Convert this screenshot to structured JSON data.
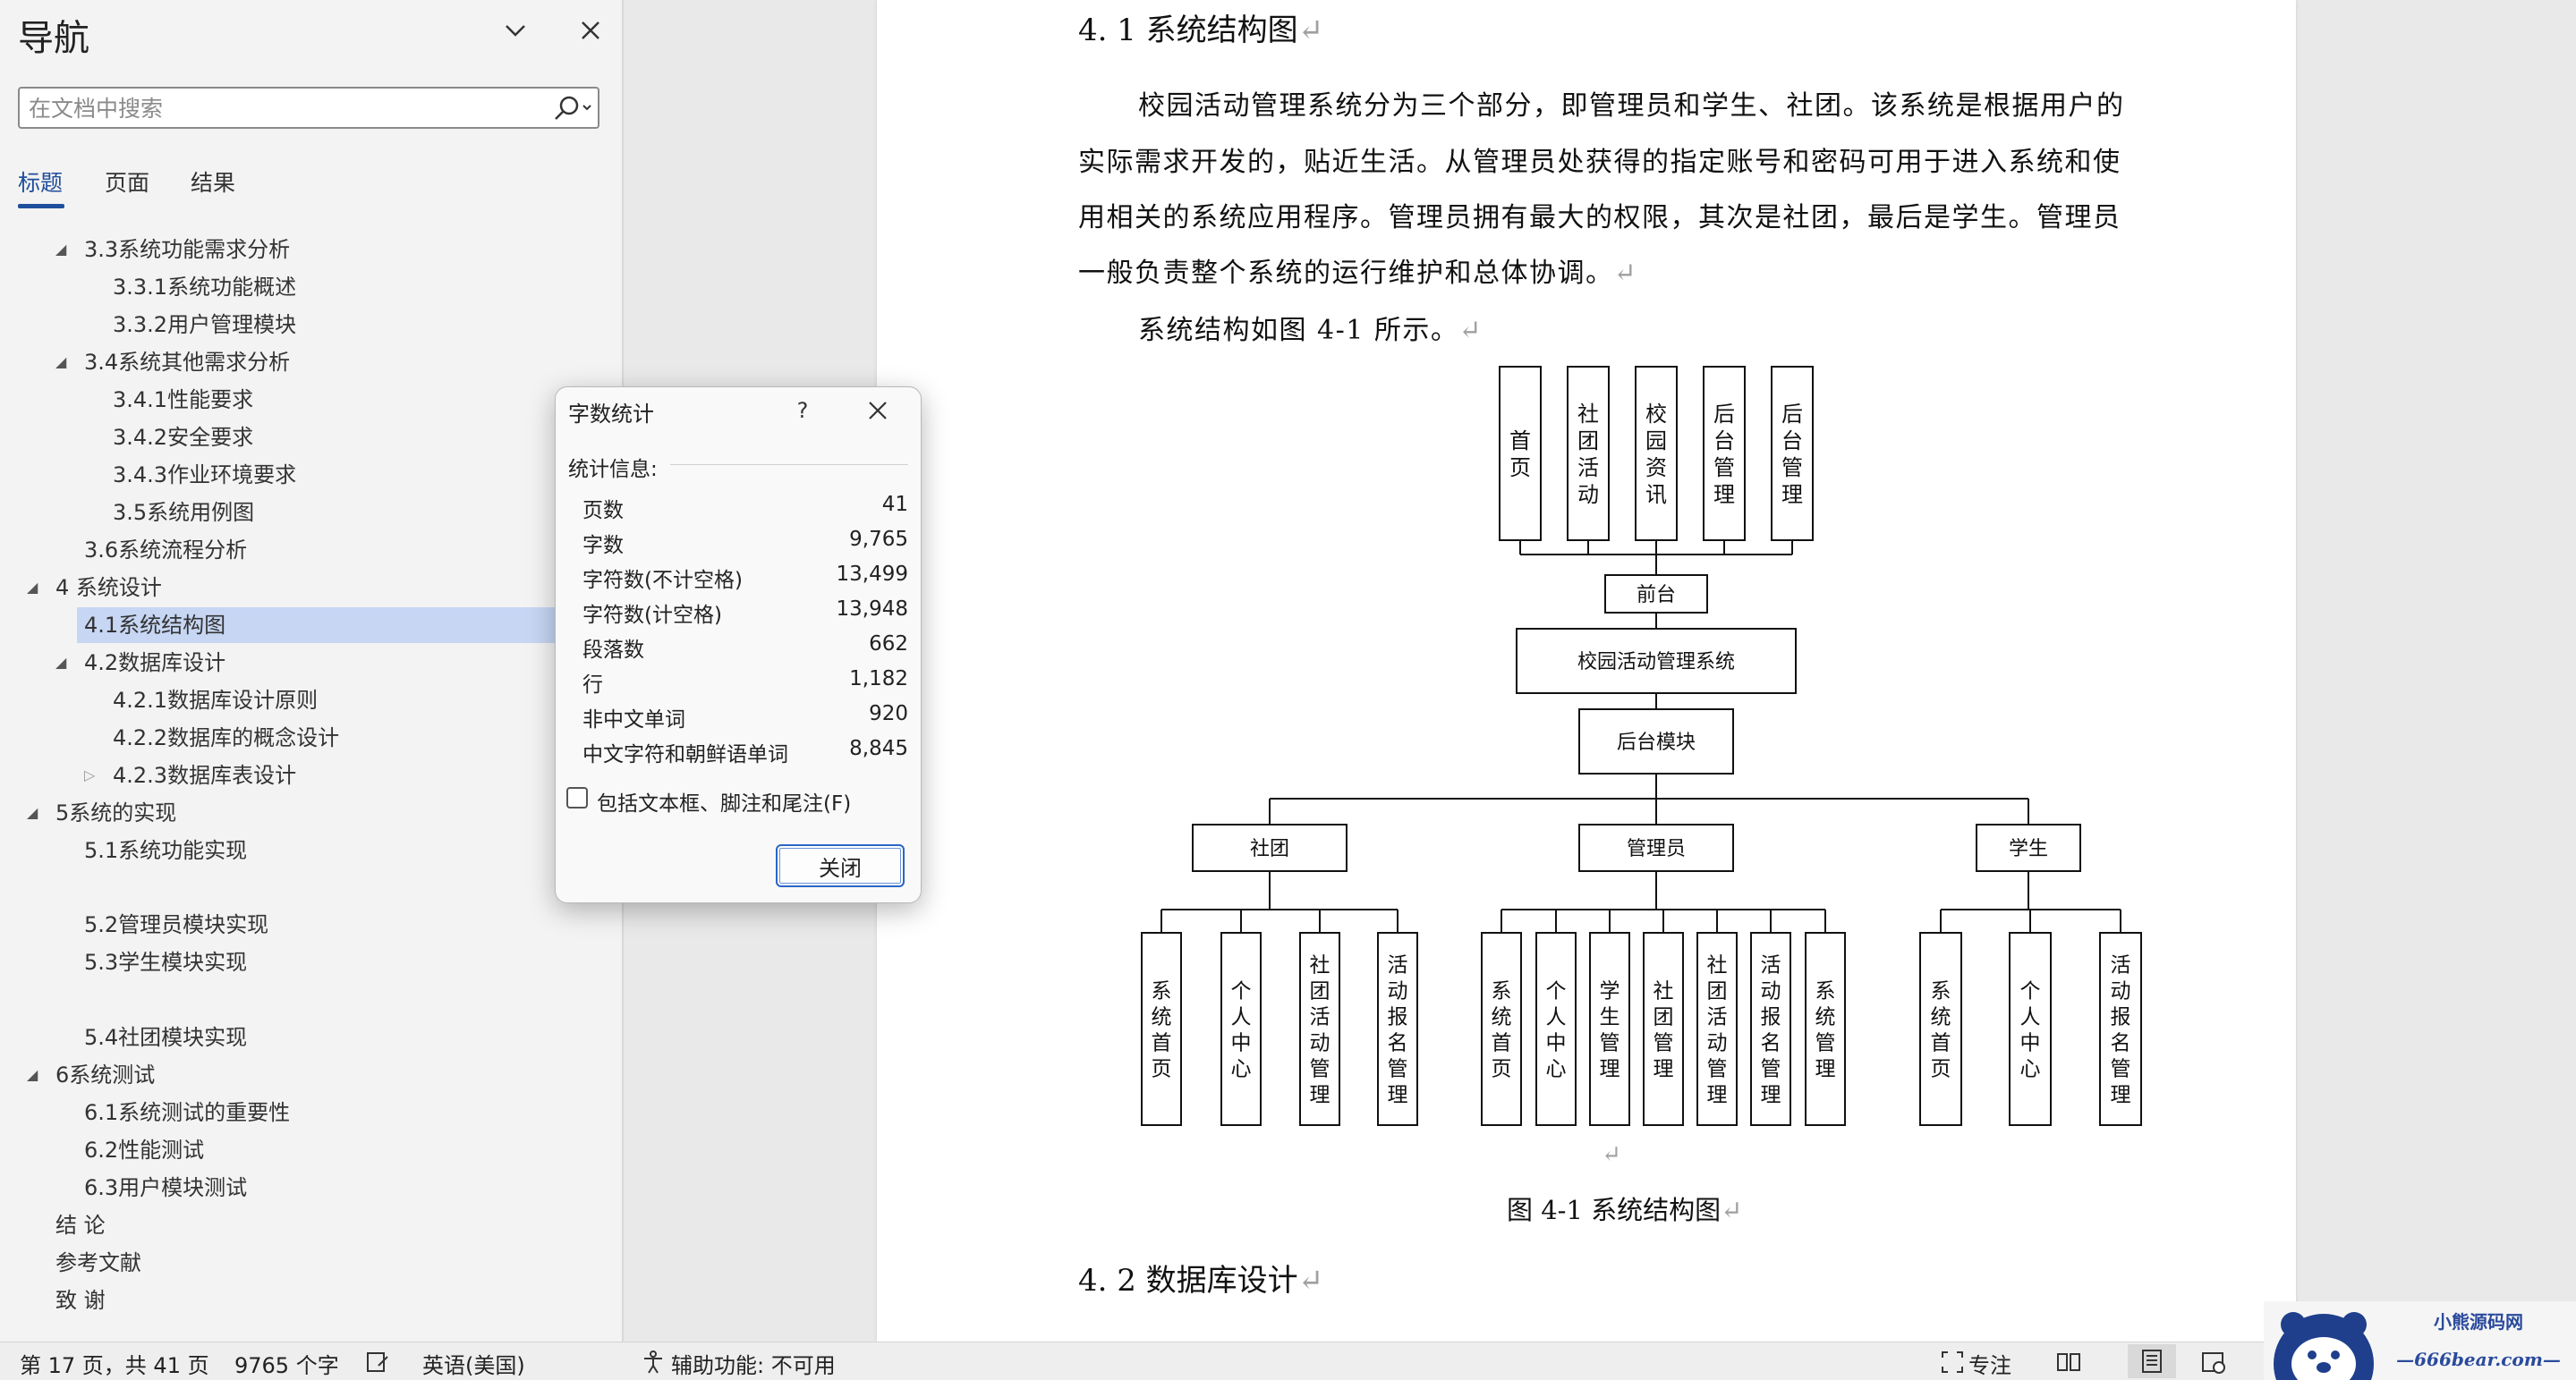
{
  "navigation": {
    "title": "导航",
    "search_placeholder": "在文档中搜索",
    "tabs": [
      {
        "label": "标题"
      },
      {
        "label": "页面"
      },
      {
        "label": "结果"
      }
    ],
    "items": [
      {
        "label": "3.3系统功能需求分析",
        "expanded": true
      },
      {
        "label": "3.3.1系统功能概述"
      },
      {
        "label": "3.3.2用户管理模块"
      },
      {
        "label": "3.4系统其他需求分析",
        "expanded": true
      },
      {
        "label": "3.4.1性能要求"
      },
      {
        "label": "3.4.2安全要求"
      },
      {
        "label": "3.4.3作业环境要求"
      },
      {
        "label": "3.5系统用例图"
      },
      {
        "label": "3.6系统流程分析"
      },
      {
        "label": "4 系统设计",
        "expanded": true
      },
      {
        "label": "4.1系统结构图",
        "selected": true
      },
      {
        "label": "4.2数据库设计",
        "expanded": true
      },
      {
        "label": "4.2.1数据库设计原则"
      },
      {
        "label": "4.2.2数据库的概念设计"
      },
      {
        "label": "4.2.3数据库表设计",
        "expanded": false
      },
      {
        "label": "5系统的实现",
        "expanded": true
      },
      {
        "label": "5.1系统功能实现"
      },
      {
        "label": "5.2管理员模块实现"
      },
      {
        "label": "5.3学生模块实现"
      },
      {
        "label": "5.4社团模块实现"
      },
      {
        "label": "6系统测试",
        "expanded": true
      },
      {
        "label": "6.1系统测试的重要性"
      },
      {
        "label": "6.2性能测试"
      },
      {
        "label": "6.3用户模块测试"
      },
      {
        "label": "结 论"
      },
      {
        "label": "参考文献"
      },
      {
        "label": "致 谢"
      }
    ]
  },
  "document": {
    "heading1": "4. 1 系统结构图",
    "para_lines": [
      "校园活动管理系统分为三个部分，即管理员和学生、社团。该系统是根据用户的",
      "实际需求开发的，贴近生活。从管理员处获得的指定账号和密码可用于进入系统和使",
      "用相关的系统应用程序。管理员拥有最大的权限，其次是社团，最后是学生。管理员",
      "一般负责整个系统的运行维护和总体协调。"
    ],
    "para2": "系统结构如图 4-1 所示。",
    "diagram": {
      "top_boxes": [
        "首页",
        "社团活动",
        "校园资讯",
        "后台管理",
        "后台管理"
      ],
      "front": "前台",
      "system": "校园活动管理系统",
      "backend": "后台模块",
      "groups": [
        {
          "name": "社团",
          "children": [
            "系统首页",
            "个人中心",
            "社团活动管理",
            "活动报名管理"
          ]
        },
        {
          "name": "管理员",
          "children": [
            "系统首页",
            "个人中心",
            "学生管理",
            "社团管理",
            "社团活动管理",
            "活动报名管理",
            "系统管理"
          ]
        },
        {
          "name": "学生",
          "children": [
            "系统首页",
            "个人中心",
            "活动报名管理"
          ]
        }
      ]
    },
    "caption": "图 4-1 系统结构图",
    "heading2": "4. 2 数据库设计",
    "para_mark": "↵"
  },
  "dialog": {
    "title": "字数统计",
    "help": "?",
    "info_label": "统计信息:",
    "stats": [
      {
        "label": "页数",
        "value": "41"
      },
      {
        "label": "字数",
        "value": "9,765"
      },
      {
        "label": "字符数(不计空格)",
        "value": "13,499"
      },
      {
        "label": "字符数(计空格)",
        "value": "13,948"
      },
      {
        "label": "段落数",
        "value": "662"
      },
      {
        "label": "行",
        "value": "1,182"
      },
      {
        "label": "非中文单词",
        "value": "920"
      },
      {
        "label": "中文字符和朝鲜语单词",
        "value": "8,845"
      }
    ],
    "checkbox_label": "包括文本框、脚注和尾注(F)",
    "close_button": "关闭"
  },
  "statusbar": {
    "page": "第 17 页，共 41 页",
    "words": "9765 个字",
    "language": "英语(美国)",
    "accessibility": "辅助功能: 不可用",
    "focus": "专注"
  },
  "watermark": {
    "name": "小熊源码网",
    "url": "—666bear.com—"
  },
  "colors": {
    "accent": "#1f4e9c",
    "selection": "#c6d6f3",
    "button_border": "#2a66c6"
  }
}
